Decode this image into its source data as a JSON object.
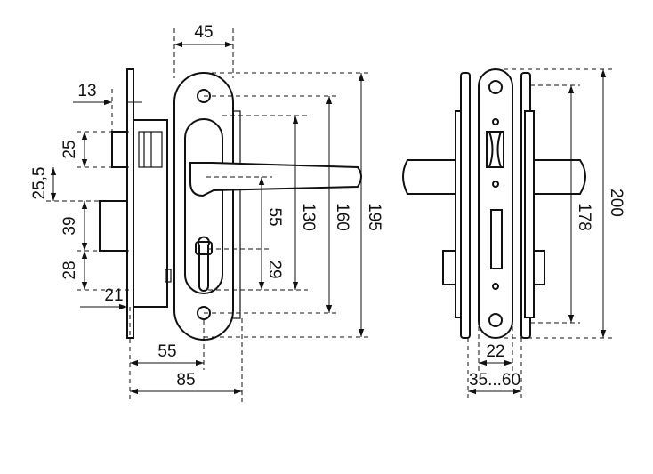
{
  "dimensions": {
    "d45": "45",
    "d13": "13",
    "d25": "25",
    "d25_5": "25,5",
    "d39": "39",
    "d28": "28",
    "d21": "21",
    "d55_bottom": "55",
    "d85": "85",
    "d55_side": "55",
    "d29": "29",
    "d130": "130",
    "d160": "160",
    "d195": "195",
    "d178": "178",
    "d200": "200",
    "d22": "22",
    "d35_60": "35...60"
  }
}
